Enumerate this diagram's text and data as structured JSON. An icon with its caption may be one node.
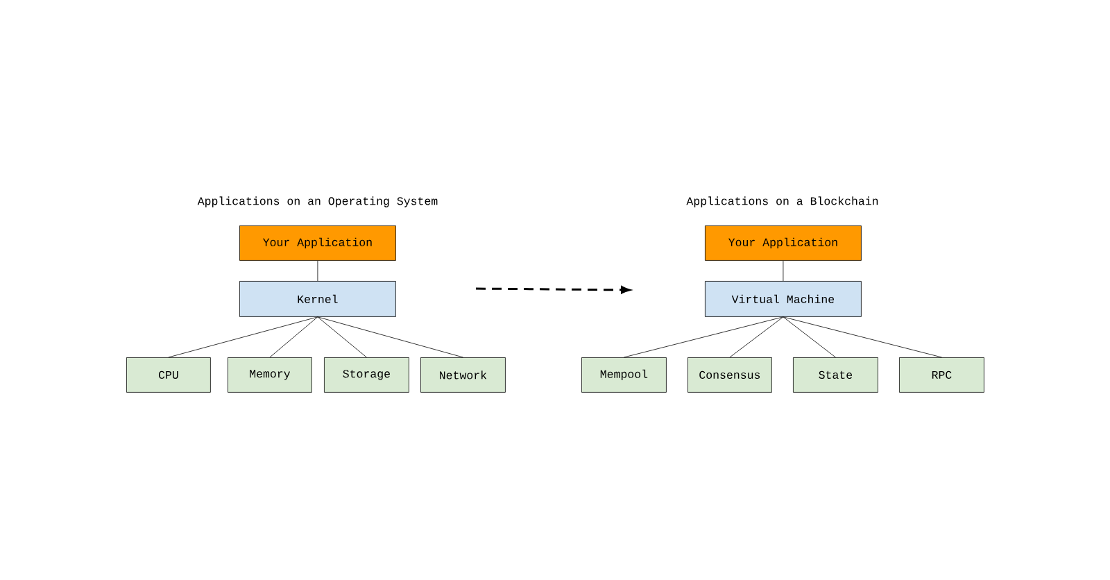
{
  "diagram": {
    "nodes": [
      {
        "text": [
          "Your Application"
        ]
      },
      {
        "text": [
          "Kernel"
        ]
      },
      {
        "text": [
          "CPU"
        ]
      },
      {
        "text": [
          "Memory"
        ]
      },
      {
        "text": [
          "Storage"
        ]
      },
      {
        "text": [
          "Network"
        ]
      },
      {
        "text": [
          "Your Application"
        ]
      },
      {
        "text": [
          "Virtual Machine"
        ]
      },
      {
        "text": [
          "Mempool"
        ]
      },
      {
        "text": [
          "Consensus"
        ]
      },
      {
        "text": [
          "State"
        ]
      },
      {
        "text": [
          "RPC"
        ]
      }
    ],
    "edges": [
      {
        "from": 0,
        "to": 1,
        "arrow": "none"
      },
      {
        "from": 1,
        "to": 2,
        "arrow": "none"
      },
      {
        "from": 1,
        "to": 3,
        "arrow": "none"
      },
      {
        "from": 1,
        "to": 4,
        "arrow": "none"
      },
      {
        "from": 1,
        "to": 5,
        "arrow": "none"
      },
      {
        "from": 6,
        "to": 7,
        "arrow": "none"
      },
      {
        "from": 7,
        "to": 8,
        "arrow": "none"
      },
      {
        "from": 7,
        "to": 9,
        "arrow": "none"
      },
      {
        "from": 7,
        "to": 10,
        "arrow": "none"
      },
      {
        "from": 7,
        "to": 11,
        "arrow": "none"
      }
    ],
    "labels": [
      "Applications on an Operating System",
      "Applications on a Blockchain"
    ]
  }
}
